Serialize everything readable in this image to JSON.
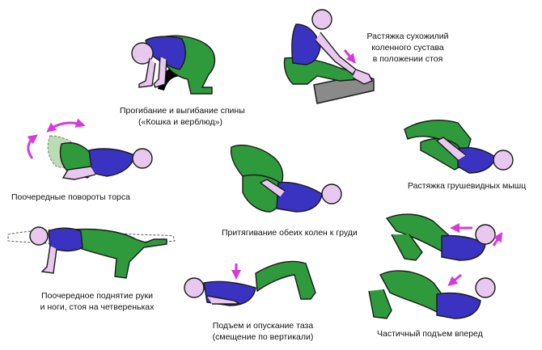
{
  "colors": {
    "skin": "#e8c8ee",
    "outline": "#1a1a1a",
    "shirt": "#3a33c2",
    "pants": "#2f9a3c",
    "pants_ghost": "#bcdcb6",
    "arrow": "#d63bd8",
    "block": "#8a8a8a"
  },
  "exercises": [
    {
      "id": "cat-camel",
      "lines": [
        "Прогибание и выгибание спины",
        "(«Кошка и верблюд»)"
      ]
    },
    {
      "id": "hamstring-stretch",
      "lines": [
        "Растяжка сухожилий",
        "коленного сустава",
        "в положении стоя"
      ]
    },
    {
      "id": "torso-rotation",
      "lines": [
        "Поочередные повороты торса"
      ]
    },
    {
      "id": "piriformis-stretch",
      "lines": [
        "Растяжка грушевидных мышц"
      ]
    },
    {
      "id": "knees-to-chest",
      "lines": [
        "Притягивание обеих колен к груди"
      ]
    },
    {
      "id": "arm-leg-raise",
      "lines": [
        "Поочередное поднятие руки",
        "и ноги, стоя на четвереньках"
      ]
    },
    {
      "id": "pelvis-lift",
      "lines": [
        "Подъем и опускание таза",
        "(смещение по вертикали)"
      ]
    },
    {
      "id": "partial-situp",
      "lines": [
        "Частичный подъем вперед"
      ]
    }
  ]
}
